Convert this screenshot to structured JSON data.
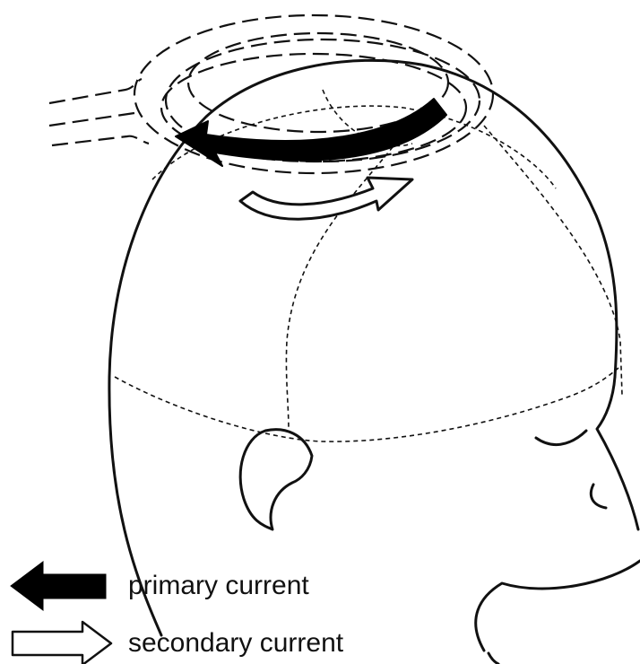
{
  "legend": {
    "primary_label": "primary current",
    "secondary_label": "secondary current"
  },
  "colors": {
    "line": "#111111",
    "primary_arrow_fill": "#000000",
    "secondary_arrow_fill": "#ffffff",
    "background": "#ffffff"
  },
  "icons": {
    "primary": "solid-left-arrow",
    "secondary": "hollow-right-arrow"
  }
}
